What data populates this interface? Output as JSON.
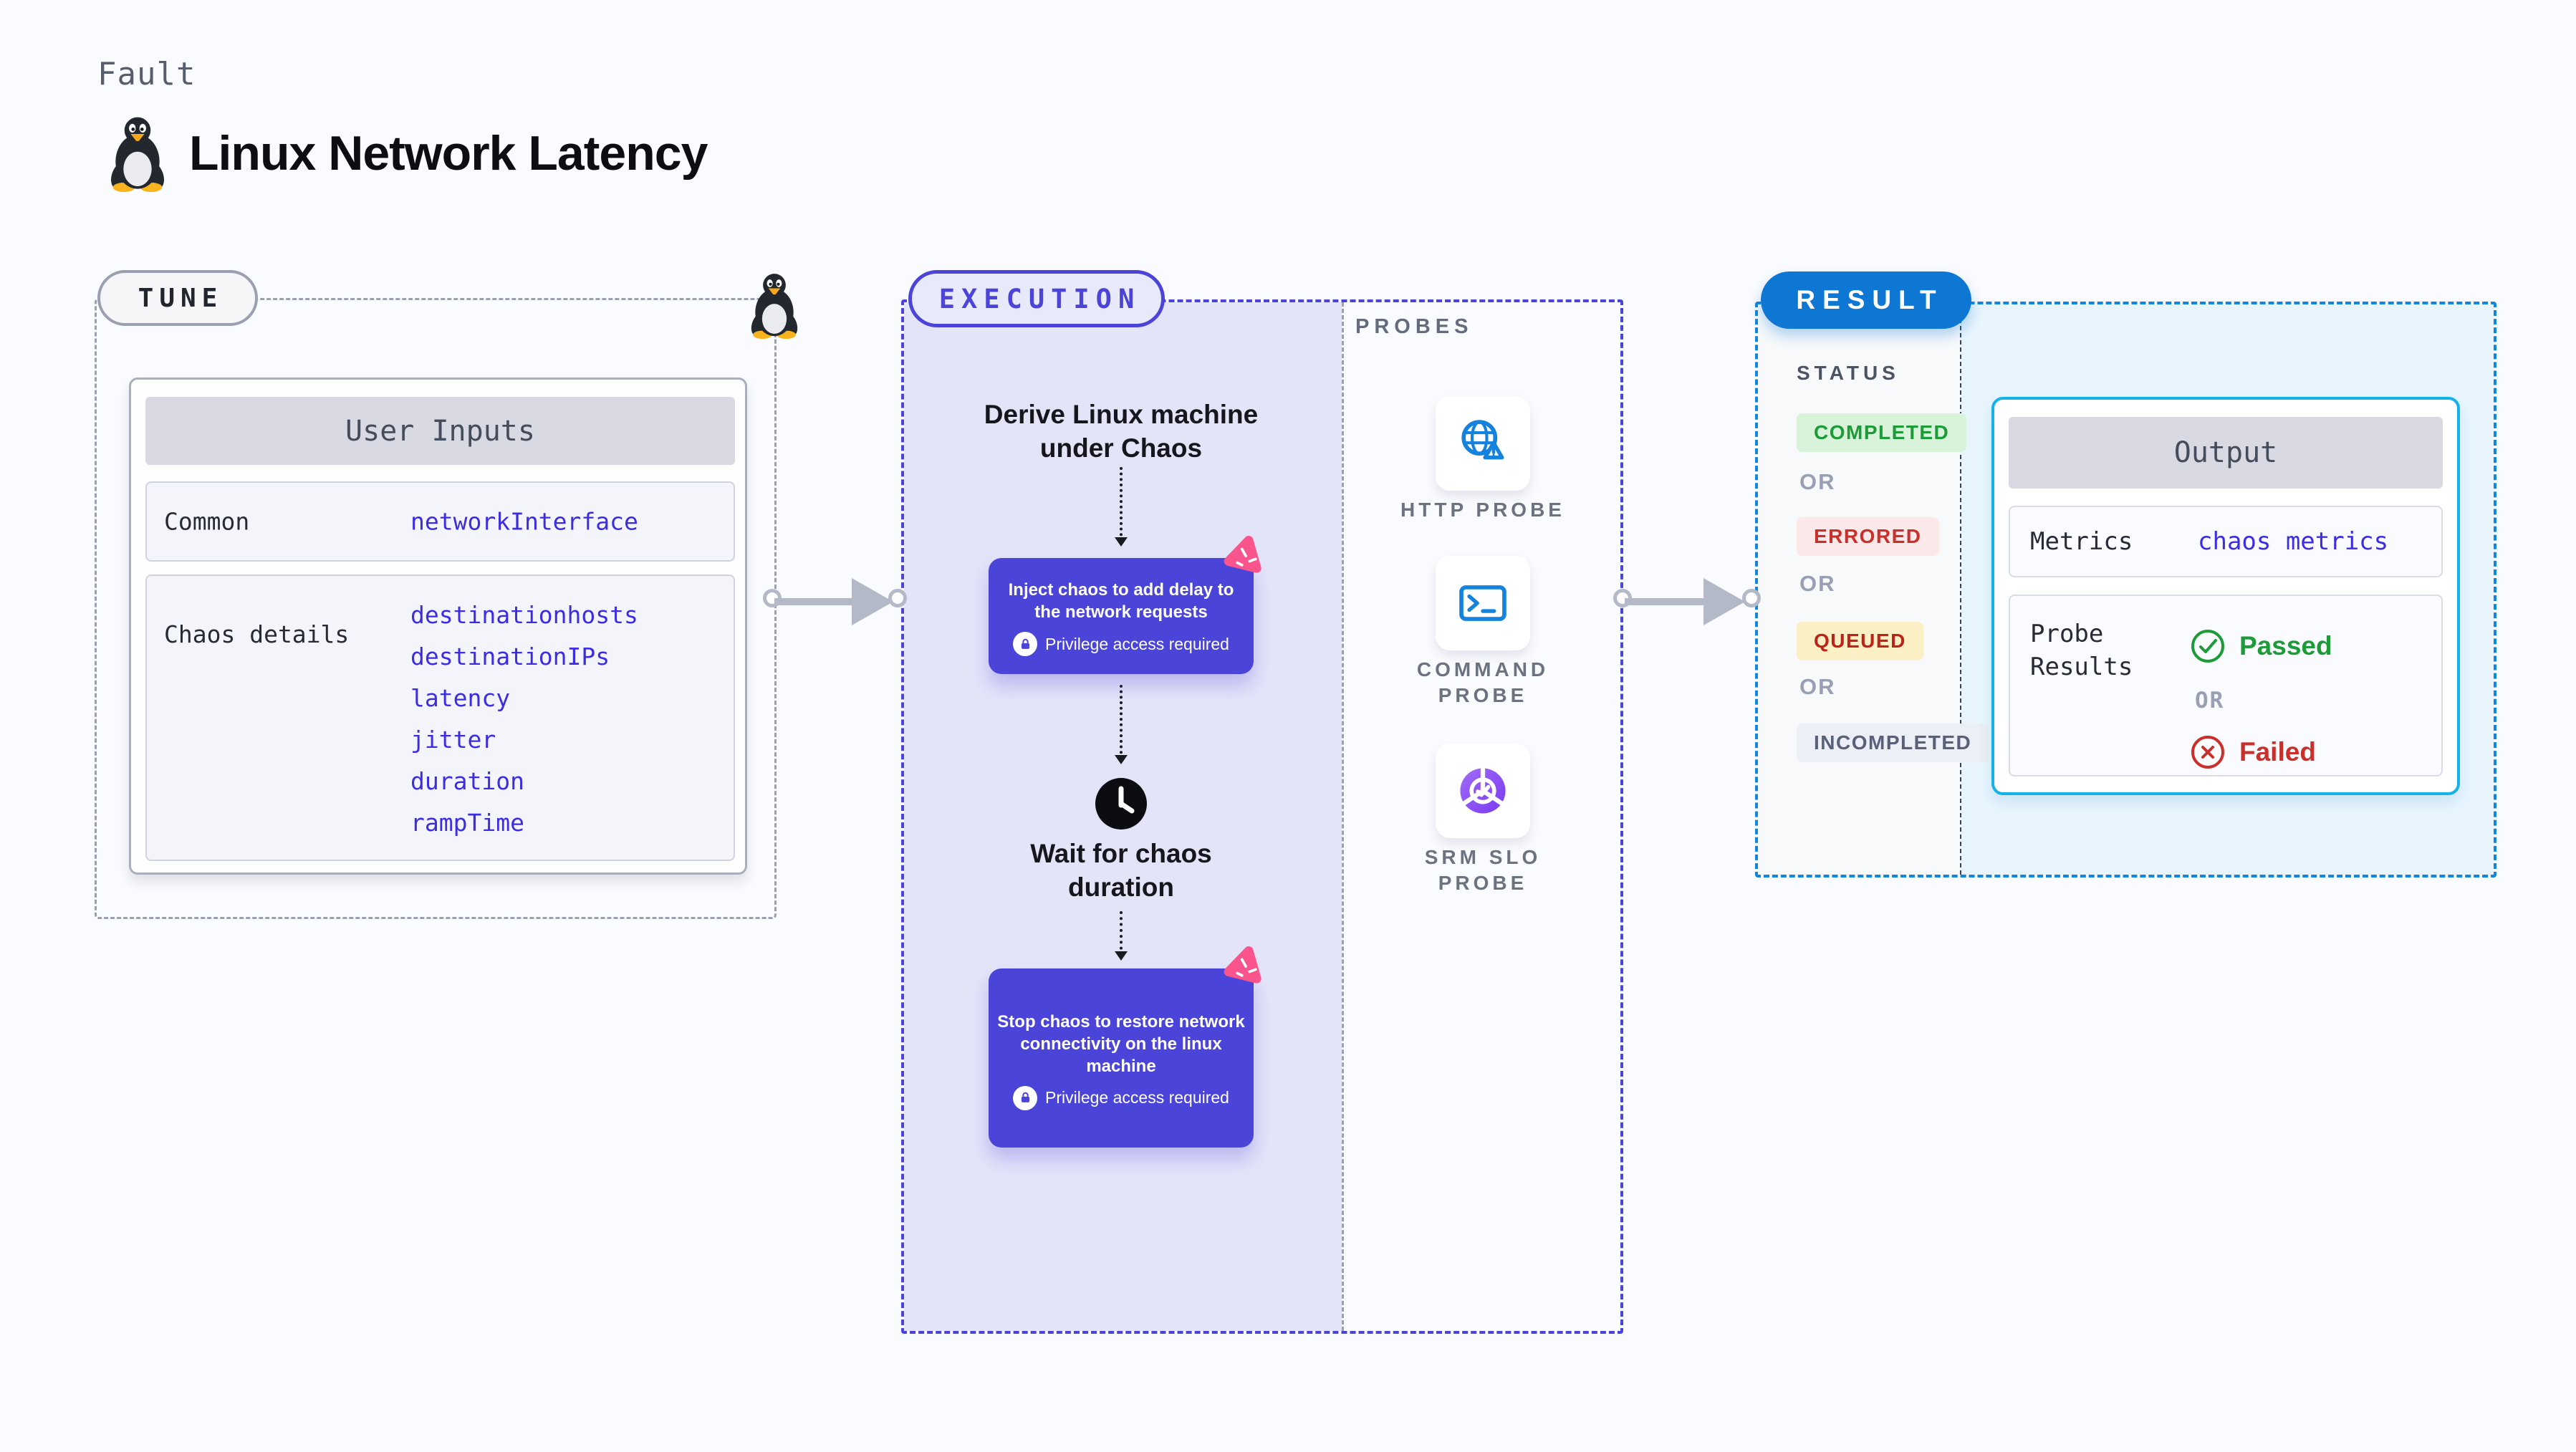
{
  "header": {
    "kicker": "Fault",
    "title": "Linux Network Latency"
  },
  "tune": {
    "label": "TUNE",
    "card_title": "User Inputs",
    "rows": [
      {
        "label": "Common",
        "values": [
          "networkInterface"
        ]
      },
      {
        "label": "Chaos details",
        "values": [
          "destinationhosts",
          "destinationIPs",
          "latency",
          "jitter",
          "duration",
          "rampTime"
        ]
      }
    ]
  },
  "execution": {
    "label": "EXECUTION",
    "probes_label": "PROBES",
    "steps": {
      "derive": "Derive Linux machine under Chaos",
      "inject": "Inject chaos to add delay to the network requests",
      "wait": "Wait for chaos duration",
      "stop": "Stop chaos to restore network connectivity on the linux machine",
      "privilege_note": "Privilege access required"
    },
    "probes": [
      {
        "label": "HTTP PROBE",
        "icon": "globe-alert-icon"
      },
      {
        "label": "COMMAND\nPROBE",
        "icon": "terminal-icon"
      },
      {
        "label": "SRM SLO\nPROBE",
        "icon": "slo-pie-check-icon"
      }
    ]
  },
  "result": {
    "label": "RESULT",
    "status_label": "STATUS",
    "or": "OR",
    "badges": [
      {
        "label": "COMPLETED",
        "color": "#1d9b38",
        "bg": "#d9f2da"
      },
      {
        "label": "ERRORED",
        "color": "#c9302c",
        "bg": "#fbe9e9"
      },
      {
        "label": "QUEUED",
        "color": "#bb2418",
        "bg": "#faefc5"
      },
      {
        "label": "INCOMPLETED",
        "color": "#596079",
        "bg": "#eceff5"
      }
    ],
    "output": {
      "title": "Output",
      "metrics_label": "Metrics",
      "metrics_value": "chaos metrics",
      "probe_results_label": "Probe Results",
      "passed": "Passed",
      "failed": "Failed"
    }
  },
  "icons": {
    "fault": "tux-penguin-icon",
    "node_badge": "litmus-chaos-icon",
    "wait": "clock-icon",
    "privilege": "lock-icon",
    "passed": "check-circle-icon",
    "failed": "x-circle-icon"
  },
  "colors": {
    "page_bg": "#fafbfe",
    "ink": "#0e1116",
    "gray_text": "#565d6d",
    "indigo": "#4b44d8",
    "indigo_light": "#e4e4f9",
    "blue_value": "#3d2de2",
    "pink": "#f9558c",
    "result_blue": "#0e76d3",
    "result_border": "#1285dd",
    "result_bg": "#e8f5fd",
    "status_left_bg": "#f7f9fb",
    "cyan_border": "#15b2ea",
    "green": "#1d9b38",
    "green_bg": "#d9f2da",
    "red": "#c9302c",
    "red_bg": "#fbe9e9",
    "queued_red": "#bb2418",
    "yellow_bg": "#faefc5",
    "slate": "#596079",
    "slate_bg": "#eceff5",
    "gray_border": "#9aa1ad",
    "card_border": "#a9b0bc",
    "bar_bg": "#d8d9e3",
    "row_bg": "#f4f5fa",
    "row_border": "#ced3df",
    "arrow_gray": "#b4b9c7",
    "label_gray": "#6b7280",
    "or_gray": "#9aa0b4",
    "probe_blue": "#1583dd"
  }
}
